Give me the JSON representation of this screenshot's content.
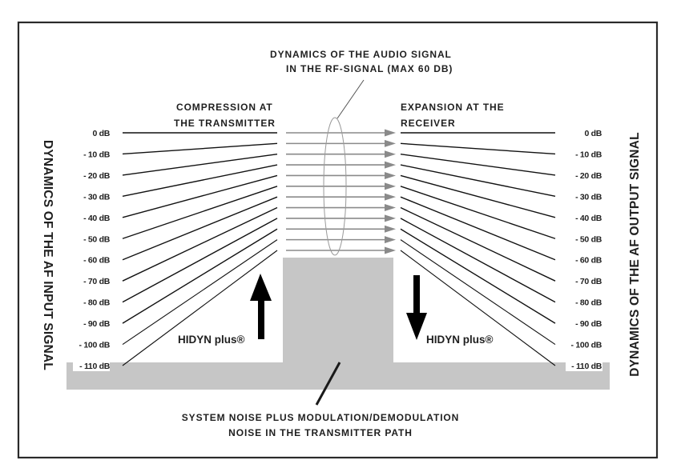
{
  "diagram": {
    "title_top": [
      "DYNAMICS OF THE AUDIO SIGNAL",
      "IN THE RF-SIGNAL (MAX 60 DB)"
    ],
    "compression_label": [
      "COMPRESSION AT",
      "THE TRANSMITTER"
    ],
    "expansion_label": [
      "EXPANSION AT THE",
      "RECEIVER"
    ],
    "left_axis_label": "DYNAMICS OF THE AF INPUT SIGNAL",
    "right_axis_label": "DYNAMICS OF THE AF OUTPUT SIGNAL",
    "noise_label": [
      "SYSTEM NOISE PLUS MODULATION/DEMODULATION",
      "NOISE IN THE TRANSMITTER PATH"
    ],
    "hidyn_left": "HIDYN plus®",
    "hidyn_right": "HIDYN plus®",
    "input_levels_db": [
      0,
      -10,
      -20,
      -30,
      -40,
      -50,
      -60,
      -70,
      -80,
      -90,
      -100,
      -110
    ],
    "input_level_labels": [
      "0 dB",
      "- 10 dB",
      "- 20 dB",
      "- 30 dB",
      "- 40 dB",
      "- 50 dB",
      "- 60 dB",
      "- 70 dB",
      "- 80 dB",
      "- 90 dB",
      "- 100 dB",
      "- 110 dB"
    ],
    "output_level_labels": [
      "0 dB",
      "- 10 dB",
      "- 20 dB",
      "- 30 dB",
      "- 40 dB",
      "- 50 dB",
      "- 60 dB",
      "- 70 dB",
      "- 80 dB",
      "- 90 dB",
      "- 100 dB",
      "- 110 dB"
    ],
    "rf_dynamic_range_db": 60,
    "colors": {
      "frame": "#2a2a2a",
      "text": "#1f1f1f",
      "noise_fill": "#c6c6c6",
      "rf_arrow": "#8a8a8a",
      "ellipse": "#9a9a9a",
      "line": "#111111"
    }
  }
}
